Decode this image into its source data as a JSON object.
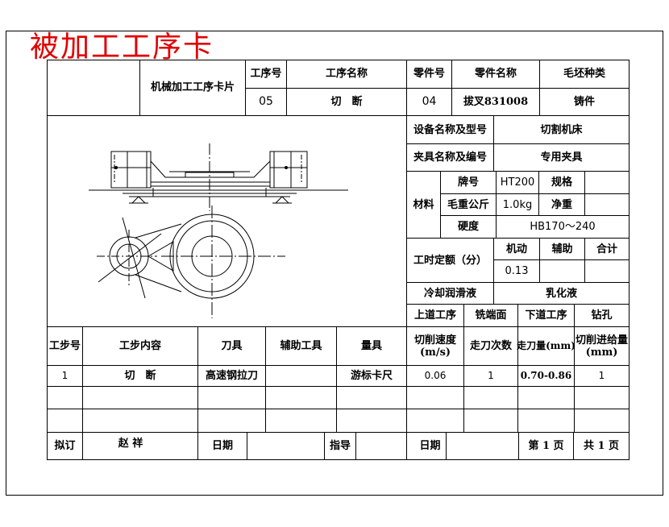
{
  "title": "被加工工序卡",
  "header": {
    "card_name": "机械加工工序卡片",
    "labels": {
      "process_no": "工序号",
      "process_name": "工序名称",
      "part_no": "零件号",
      "part_name": "零件名称",
      "blank_type": "毛坯种类"
    },
    "values": {
      "process_no": "05",
      "process_name": "切　断",
      "part_no": "04",
      "part_name": "拔叉831008",
      "blank_type": "铸件"
    }
  },
  "equipment": {
    "label": "设备名称及型号",
    "value": "切割机床"
  },
  "fixture": {
    "label": "夹具名称及编号",
    "value": "专用夹具"
  },
  "material": {
    "label": "材料",
    "grade_label": "牌号",
    "grade_value": "HT200",
    "spec_label": "规格",
    "spec_value": "",
    "gross_weight_label": "毛重公斤",
    "gross_weight_value": "1.0kg",
    "net_weight_label": "净重",
    "net_weight_value": "",
    "hardness_label": "硬度",
    "hardness_value": "HB170～240"
  },
  "time_quota": {
    "label": "工时定额（分）",
    "machine_label": "机动",
    "aux_label": "辅助",
    "total_label": "合计",
    "machine_value": "0.13",
    "aux_value": "",
    "total_value": ""
  },
  "coolant": {
    "label": "冷却润滑液",
    "value": "乳化液"
  },
  "sequence": {
    "prev_label": "上道工序",
    "prev_value": "铣端面",
    "next_label": "下道工序",
    "next_value": "钻孔"
  },
  "steps_table": {
    "headers": [
      "工步号",
      "工步内容",
      "刀具",
      "辅助工具",
      "量具",
      "切削速度(m/s)",
      "走刀次数",
      "走刀量(mm)",
      "切削进给量(mm)"
    ],
    "rows": [
      [
        "1",
        "切　断",
        "高速钢拉刀",
        "",
        "游标卡尺",
        "0.06",
        "1",
        "0.70-0.86",
        "1"
      ],
      [
        "",
        "",
        "",
        "",
        "",
        "",
        "",
        "",
        ""
      ],
      [
        "",
        "",
        "",
        "",
        "",
        "",
        "",
        "",
        ""
      ]
    ]
  },
  "footer": {
    "drafted_label": "拟订",
    "drafted_value": "赵 祥",
    "date_label": "日期",
    "date_value": "",
    "guide_label": "指导",
    "guide_value": "",
    "date2_label": "日期",
    "date2_value": "",
    "page_text": "第 1 页",
    "total_text": "共 1 页"
  }
}
